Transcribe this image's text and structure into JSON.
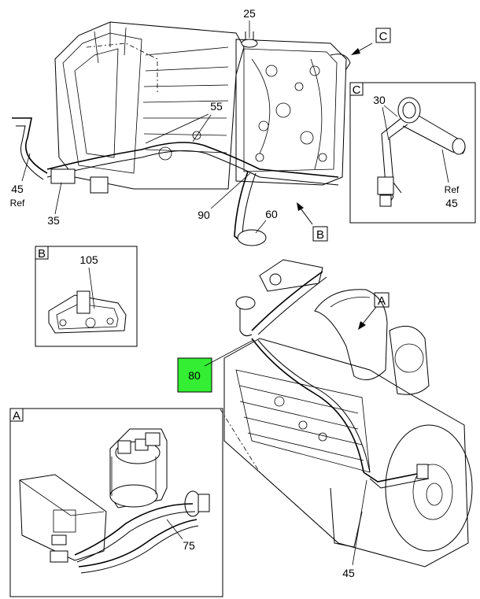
{
  "callouts": {
    "c25": "25",
    "c55": "55",
    "c45_left": "45",
    "c45_left_ref": "Ref",
    "c35": "35",
    "c90": "90",
    "c60": "60",
    "c30": "30",
    "c45_right_ref": "Ref",
    "c45_right": "45",
    "c105": "105",
    "c80": "80",
    "c75": "75",
    "c45_bottom": "45"
  },
  "view_letters": {
    "c_arrow": "C",
    "c_inset": "C",
    "b_arrow": "B",
    "b_inset": "B",
    "a_arrow": "A",
    "a_inset": "A"
  },
  "colors": {
    "highlight": "#33ee33",
    "line": "#000000",
    "background": "#ffffff"
  }
}
